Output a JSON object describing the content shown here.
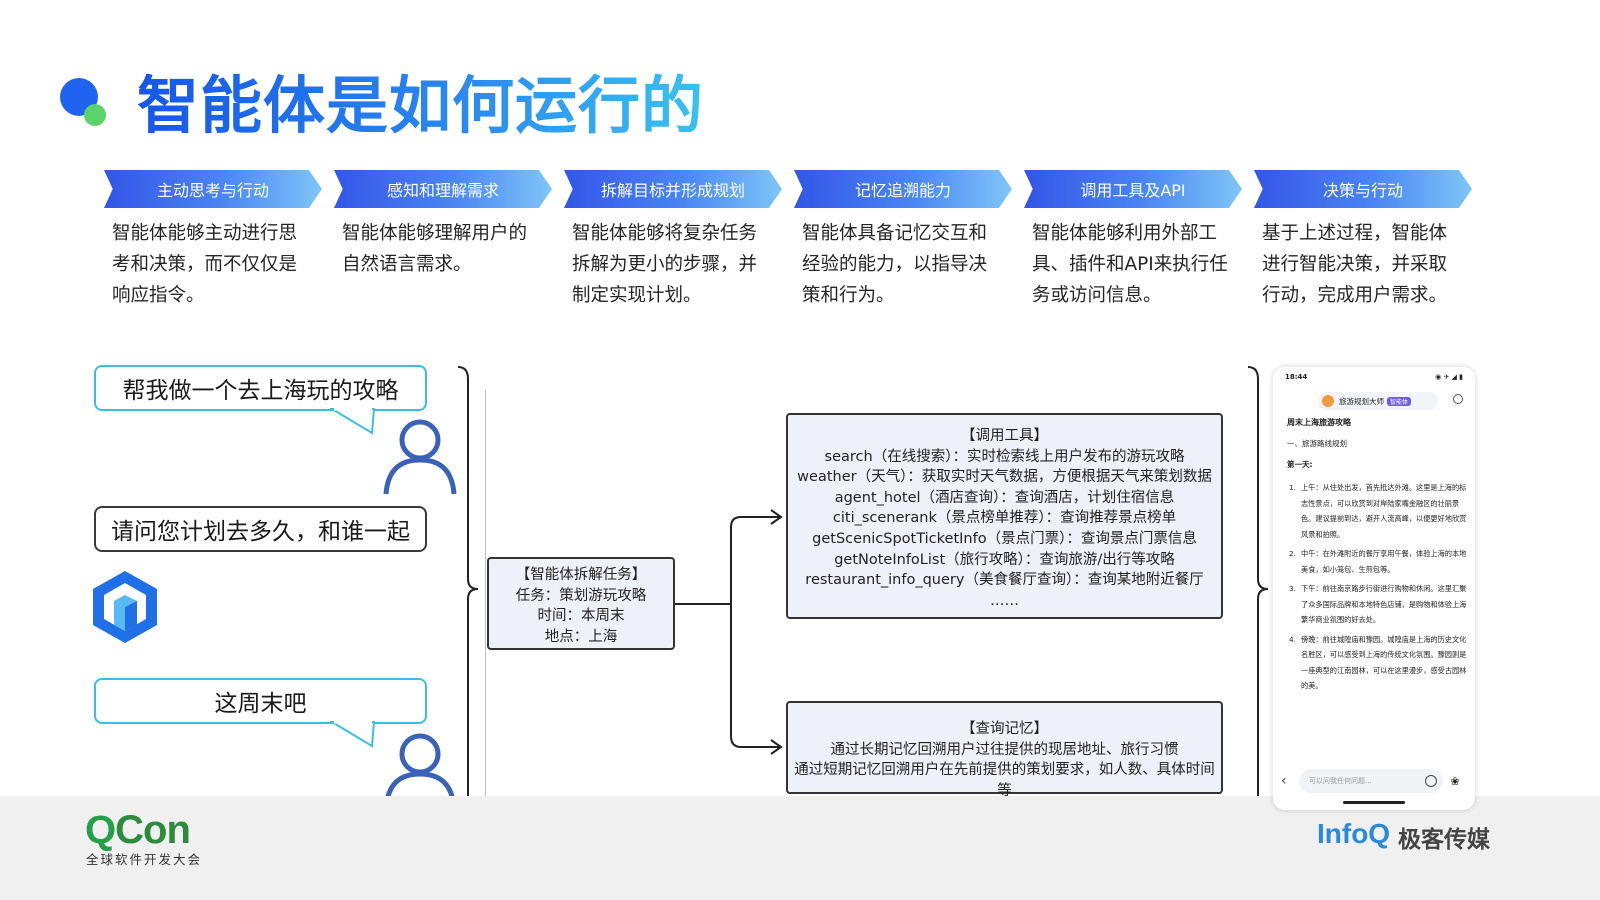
{
  "title": "智能体是如何运行的",
  "steps": [
    {
      "label": "主动思考与行动",
      "desc": "智能体能够主动进行思考和决策，而不仅仅是响应指令。"
    },
    {
      "label": "感知和理解需求",
      "desc": "智能体能够理解用户的自然语言需求。"
    },
    {
      "label": "拆解目标并形成规划",
      "desc": "智能体能够将复杂任务拆解为更小的步骤，并制定实现计划。"
    },
    {
      "label": "记忆追溯能力",
      "desc": "智能体具备记忆交互和经验的能力，以指导决策和行为。"
    },
    {
      "label": "调用工具及API",
      "desc": "智能体能够利用外部工具、插件和API来执行任务或访问信息。"
    },
    {
      "label": "决策与行动",
      "desc": "基于上述过程，智能体进行智能决策，并采取行动，完成用户需求。"
    }
  ],
  "chat": {
    "user_msg_1": "帮我做一个去上海玩的攻略",
    "bot_msg": "请问您计划去多久，和谁一起",
    "user_msg_2": "这周末吧"
  },
  "task_box": {
    "title": "【智能体拆解任务】",
    "lines": [
      "任务：策划游玩攻略",
      "时间：本周末",
      "地点：上海"
    ]
  },
  "tools_box": {
    "title": "【调用工具】",
    "lines": [
      "search（在线搜索）：实时检索线上用户发布的游玩攻略",
      "weather（天气）：获取实时天气数据，方便根据天气来策划数据",
      "agent_hotel（酒店查询）：查询酒店，计划住宿信息",
      "citi_scenerank（景点榜单推荐）：查询推荐景点榜单",
      "getScenicSpotTicketInfo（景点门票）：查询景点门票信息",
      "getNoteInfoList（旅行攻略）：查询旅游/出行等攻略",
      "restaurant_info_query（美食餐厅查询）：查询某地附近餐厅",
      "……"
    ]
  },
  "memory_box": {
    "title": "【查询记忆】",
    "lines": [
      "通过长期记忆回溯用户过往提供的现居地址、旅行习惯",
      "通过短期记忆回溯用户在先前提供的策划要求，如人数、具体时间等"
    ]
  },
  "phone": {
    "time": "18:44",
    "status_icons": "◉ ✈ ◢ ▮",
    "app_name": "旅游规划大师",
    "app_badge": "智能体",
    "heading": "周末上海旅游攻略",
    "section": "一、旅游路线规划",
    "day": "第一天:",
    "items": [
      {
        "num": "1.",
        "text": "上午：从住处出发，首先抵达外滩。这里是上海的标志性景点，可以欣赏到对岸陆家嘴金融区的壮丽景色。建议提前到达，避开人流高峰，以便更好地欣赏风景和拍照。"
      },
      {
        "num": "2.",
        "text": "中午：在外滩附近的餐厅享用午餐，体验上海的本地美食，如小笼包、生煎包等。"
      },
      {
        "num": "3.",
        "text": "下午：前往南京路步行街进行购物和休闲。这里汇聚了众多国际品牌和本地特色店铺，是购物和体验上海繁华商业氛围的好去处。"
      },
      {
        "num": "4.",
        "text": "傍晚：前往城隍庙和豫园。城隍庙是上海的历史文化名胜区，可以感受到上海的传统文化氛围。豫园则是一座典型的江南园林，可以在这里漫步，感受古园林的美。"
      }
    ],
    "input_placeholder": "可以问我任何问题...",
    "back_glyph": "‹",
    "paw_glyph": "❀"
  },
  "footer": {
    "qcon_q": "Q",
    "qcon_rest": "Con",
    "qcon_sub": "全球软件开发大会",
    "infoq": "InfoQ",
    "infoq_cn": "极客传媒"
  },
  "colors": {
    "accent": "#1e64f0",
    "green": "#5ad36b",
    "bubble_border": "#3dbde6",
    "box_fill": "#eef1fa"
  }
}
